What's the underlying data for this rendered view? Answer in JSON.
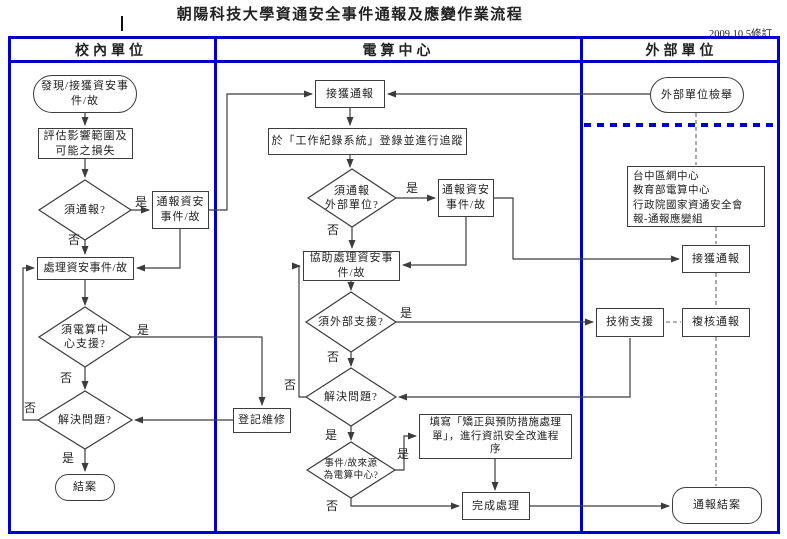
{
  "header": {
    "title": "朝陽科技大學資通安全事件通報及應變作業流程",
    "revision": "2009.10.5修訂"
  },
  "lanes": {
    "campus": "校內單位",
    "computer_center": "電算中心",
    "external": "外部單位"
  },
  "labels": {
    "yes": "是",
    "no": "否"
  },
  "nodes": {
    "discover": "發現/接獲資安事\n件/故",
    "assess": "評估影響範圍及\n可能之損失",
    "need_report": "須通報?",
    "report_incident_campus": "通報資安\n事件/故",
    "handle_incident": "處理資安事件/故",
    "need_cc_support": "須電算中\n心支援?",
    "solve_problem_campus": "解決問題?",
    "close_case": "結案",
    "receive_report_cc": "接獲通報",
    "register_track": "於「工作紀錄系統」登錄並進行追蹤",
    "need_report_external": "須通報\n外部單位?",
    "report_incident_cc": "通報資安\n事件/故",
    "assist_handle": "協助處理資安事\n件/故",
    "need_external_support": "須外部支援?",
    "solve_problem_cc": "解決問題?",
    "incident_from_cc": "事件/故來源\n為電算中心?",
    "fill_form": "填寫「矯正與預防措施處理\n單」，進行資訊安全改進程\n序",
    "complete_handling": "完成處理",
    "register_repair": "登記維修",
    "external_report": "外部單位檢舉",
    "external_units_list": "台中區網中心\n教育部電算中心\n行政院國家資通安全會\n報-通報應變組",
    "receive_report_ext": "接獲通報",
    "tech_support": "技術支援",
    "review_report": "複核通報",
    "report_closed": "通報結案"
  },
  "colors": {
    "lane_border": "#0000cd",
    "connector": "#3c3c3c",
    "dashed_link": "#666666"
  }
}
